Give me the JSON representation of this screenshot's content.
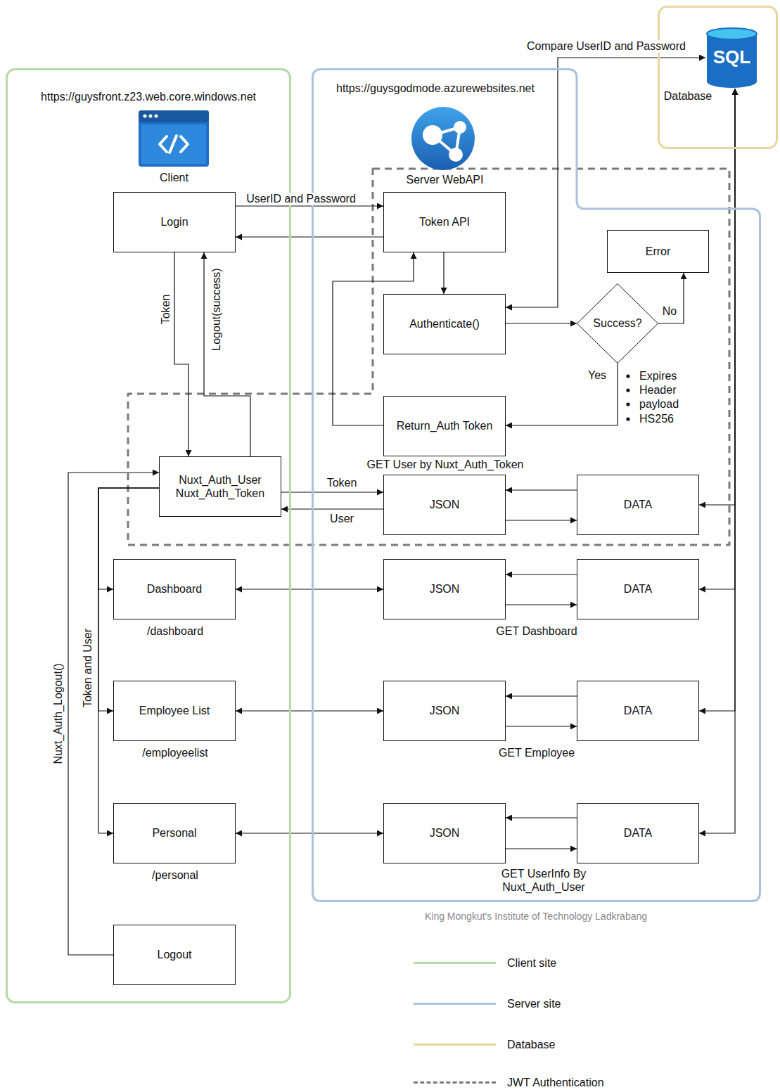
{
  "diagram": {
    "nodes": [
      {
        "text": [
          "https://guysfront.z23.web.core.windows.net"
        ]
      },
      {
        "text": [
          "Client"
        ],
        "in": 0
      },
      {
        "text": [
          "Login"
        ],
        "in": 0
      },
      {
        "text": [
          "Nuxt_Auth_User",
          "Nuxt_Auth_Token"
        ],
        "in": 0
      },
      {
        "text": [
          "Dashboard",
          "/dashboard"
        ],
        "in": 0
      },
      {
        "text": [
          "Employee List",
          "/employeelist"
        ],
        "in": 0
      },
      {
        "text": [
          "Personal",
          "/personal"
        ],
        "in": 0
      },
      {
        "text": [
          "Logout"
        ],
        "in": 0
      },
      {
        "text": [
          "https://guysgodmode.azurewebsites.net"
        ]
      },
      {
        "text": [
          "Server WebAPI"
        ],
        "in": 8
      },
      {
        "text": [
          "Token API"
        ],
        "in": 8
      },
      {
        "text": [
          "Authenticate()"
        ],
        "in": 8
      },
      {
        "text": [
          "Success?"
        ],
        "in": 8
      },
      {
        "text": [
          "Error"
        ],
        "in": 8
      },
      {
        "text": [
          "Return_Auth Token"
        ],
        "in": 8
      },
      {
        "text": [
          "GET User by Nuxt_Auth_Token",
          "JSON"
        ],
        "in": 8
      },
      {
        "text": [
          "DATA"
        ],
        "in": 8
      },
      {
        "text": [
          "JSON",
          "GET Dashboard"
        ],
        "in": 8
      },
      {
        "text": [
          "DATA"
        ],
        "in": 8
      },
      {
        "text": [
          "JSON",
          "GET Employee"
        ],
        "in": 8
      },
      {
        "text": [
          "DATA"
        ],
        "in": 8
      },
      {
        "text": [
          "JSON",
          "GET UserInfo By Nuxt_Auth_User"
        ],
        "in": 8
      },
      {
        "text": [
          "DATA"
        ],
        "in": 8
      },
      {
        "text": [
          "Database"
        ]
      },
      {
        "text": [
          "SQL"
        ],
        "in": 23
      }
    ],
    "edges": [
      {
        "from": 2,
        "to": 10,
        "label": "UserID and Password",
        "arrow": "to"
      },
      {
        "from": 10,
        "to": 2,
        "arrow": "to"
      },
      {
        "from": 10,
        "to": 11,
        "arrow": "to"
      },
      {
        "from": 11,
        "to": 24,
        "label": "Compare UserID and Password",
        "arrow": "both"
      },
      {
        "from": 11,
        "to": 12,
        "arrow": "to"
      },
      {
        "from": 12,
        "to": 13,
        "label": "No",
        "arrow": "to"
      },
      {
        "from": 12,
        "to": 14,
        "label": "Yes",
        "arrow": "to"
      },
      {
        "from": 14,
        "to": 10,
        "arrow": "to"
      },
      {
        "from": 2,
        "to": 3,
        "label": "Token",
        "arrow": "to"
      },
      {
        "from": 3,
        "to": 2,
        "label": "Logout(success)",
        "arrow": "to"
      },
      {
        "from": 3,
        "to": 15,
        "label": "Token",
        "arrow": "to"
      },
      {
        "from": 15,
        "to": 3,
        "label": "User",
        "arrow": "to"
      },
      {
        "from": 16,
        "to": 15,
        "arrow": "to"
      },
      {
        "from": 15,
        "to": 16,
        "arrow": "to"
      },
      {
        "from": 3,
        "to": 4,
        "arrow": "to"
      },
      {
        "from": 3,
        "to": 5,
        "label": "Token and User",
        "arrow": "to"
      },
      {
        "from": 3,
        "to": 6,
        "arrow": "to"
      },
      {
        "from": 4,
        "to": 17,
        "arrow": "both"
      },
      {
        "from": 18,
        "to": 17,
        "arrow": "to"
      },
      {
        "from": 17,
        "to": 18,
        "arrow": "to"
      },
      {
        "from": 5,
        "to": 19,
        "arrow": "both"
      },
      {
        "from": 20,
        "to": 19,
        "arrow": "to"
      },
      {
        "from": 19,
        "to": 20,
        "arrow": "to"
      },
      {
        "from": 6,
        "to": 21,
        "arrow": "both"
      },
      {
        "from": 22,
        "to": 21,
        "arrow": "to"
      },
      {
        "from": 21,
        "to": 22,
        "arrow": "to"
      },
      {
        "from": 7,
        "to": 3,
        "label": "Nuxt_Auth_Logout()",
        "arrow": "to"
      },
      {
        "from": 24,
        "to": 16,
        "arrow": "both"
      },
      {
        "from": 24,
        "to": 18,
        "arrow": "both"
      },
      {
        "from": 24,
        "to": 20,
        "arrow": "both"
      },
      {
        "from": 24,
        "to": 22,
        "arrow": "both"
      }
    ],
    "labels": [
      "Expires",
      "Header",
      "payload",
      "HS256",
      "King Mongkut's Institute of Technology Ladkrabang"
    ],
    "legend": [
      {
        "text": "Client site",
        "color": "#b8d8a8"
      },
      {
        "text": "Server site",
        "color": "#a9c2e0"
      },
      {
        "text": "Database",
        "color": "#e8d5a0"
      },
      {
        "text": "JWT Authentication"
      }
    ]
  }
}
